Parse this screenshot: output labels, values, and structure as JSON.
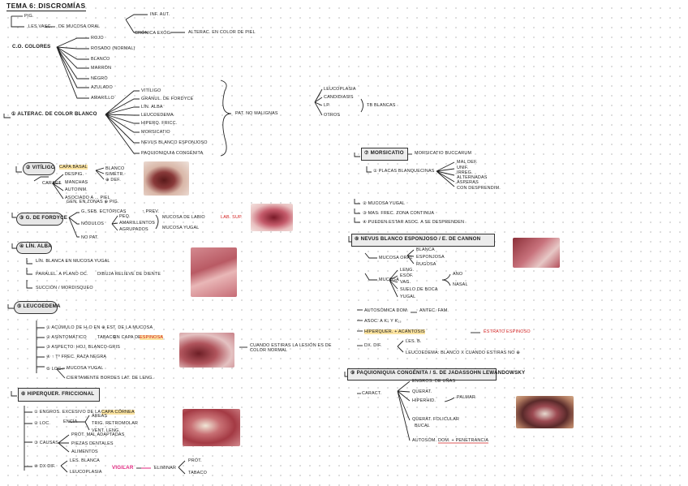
{
  "title": "TEMA 6: DISCROMÍAS",
  "intro": {
    "pig": "PIG.",
    "les_vasc": "LES VASC.",
    "mucosa_oral": "DE MUCOSA ORAL",
    "inf_aut": "INF. AUT.",
    "cronica_exog": "CRÓNICA EXÓG.",
    "result": "ALTERAC. EN COLOR DE PIEL"
  },
  "colores": {
    "label": "C.O. COLORES",
    "items": [
      "ROJO",
      "ROSADO (NORMAL)",
      "BLANCO",
      "MARRÓN",
      "NEGRO",
      "AZULADO",
      "AMARILLO"
    ]
  },
  "blanco": {
    "label": "① ALTERAC. DE COLOR BLANCO",
    "items": [
      "VITÍLIGO",
      "GRÁNUL. DE FORDYCE",
      "LÍN. ALBA",
      "LEUCOEDEMA",
      "HIPERQ. FRICC.",
      "MORSICATIO",
      "NEVUS BLANCO ESPONJOSO",
      "PAQUIONIQUIA CONGÉNITA"
    ],
    "note": "PAT. NO MALIGNAS"
  },
  "right_top": {
    "items": [
      "LEUCOPLASIA",
      "CANDIDIASIS",
      "LP",
      "OTROS"
    ],
    "note": "TB BLANCAS"
  },
  "vitiligo": {
    "label": "② VITÍLIGO",
    "capa": "CAPA BASAL",
    "caract": "CARACT.",
    "items": [
      "DESPIG.",
      "MANCHAS",
      "AUTOINM.",
      "ASOCIADO A ... PIEL",
      "GEN. EN ZONAS ⊕ PIG."
    ],
    "sub": [
      "BLANCO",
      "SIMÉTR.",
      "⊕ DEF."
    ]
  },
  "fordyce": {
    "label": "③ G. DE FORDYCE",
    "g_seb": "G. SEB. ECTÓPICAS",
    "prev": "↑ PREV.",
    "nodulos": "NÓDULOS",
    "nod_sub": [
      "PEQ.",
      "AMARILLENTOS",
      "AGRUPADOS"
    ],
    "mucosa": "MUCOSA DE LABIO",
    "lab_sup": "LAB. SUP.",
    "yugal": "MUCOSA YUGAL",
    "no_pat": "NO PAT."
  },
  "linea_alba": {
    "label": "④ LÍN. ALBA",
    "desc": "LÍN. BLANCA EN MUCOSA YUGAL",
    "paralelo": "PARALEL. A PLANO OC.",
    "dibuja": "DIBUJA RELIEVE DE DIENTE",
    "succion": "SUCCIÓN / MORDISQUEO"
  },
  "leucoedema": {
    "label": "⑤ LEUCOEDEMA",
    "items": [
      "① ACÚMULO DE H₂O EN ⊕ EST. DE LA MUCOSA",
      "② ASÍNTOMÁTICO",
      "③ ASPECTO: HOJ. BLANCO-GRIS",
      "④ ↑ Tº FREC. RAZA NEGRA",
      "⑤ LOC.:"
    ],
    "tabaco": "TABACO",
    "capa": "EN CAPA DE",
    "espinosa": "ESPINOSA",
    "loc_sub": [
      "MUCOSA YUGAL",
      "CIERTAMENTE BORDES LAT. DE LENG."
    ],
    "result": "CUANDO ESTIRAS LA LESIÓN ES DE COLOR NORMAL"
  },
  "hiperq": {
    "label": "⑥ HIPERQUER. FRICCIONAL",
    "items": [
      "① ENGROS. EXCESIVO DE LA CAPA CÓRNEA",
      "② LOC.",
      "③ CAUSAS",
      "④ DX DIF."
    ],
    "cornea": "CAPA CÓRNEA",
    "areas": "ÁREAS",
    "encia": "ENCÍA",
    "loc_sub": [
      "TRIG. RETROMOLAR",
      "VENT. LENG."
    ],
    "causas_sub": [
      "PRÓT. MAL ADAPTADAS",
      "PIEZAS DENTALES",
      "ALIMENTOS"
    ],
    "dx_sub": [
      "LES. BLANCA",
      "LEUCOPLASIA"
    ],
    "vigilar": "VIGILAR",
    "eliminar": "ELIMINAR",
    "elim_sub": [
      "PRÓT.",
      "TABACO"
    ]
  },
  "morsicatio": {
    "label": "⑦ MORSICATIO",
    "note": "MORSICATIO BUCCARUM",
    "placas": "① PLACAS BLANQUECINAS",
    "placas_sub": [
      "MAL DEF.",
      "UNIF.",
      "IRREG.",
      "ALTERNADAS",
      "ÁSPERAS",
      "CON DESPRENDIM."
    ],
    "items": [
      "② MUCOSA YUGAL",
      "③ MAS. FREC. ZONA CONTINUA",
      "④ PUEDEN ESTAR ASOC. A SE DESPRENDEN"
    ]
  },
  "nevus": {
    "label": "⑧ NEVUS BLANCO ESPONJOSO / E. DE CANNON",
    "mucosa_oral": "MUCOSA ORAL",
    "mo_sub": [
      "BLANCA",
      "ESPONJOSA",
      "RUGOSA"
    ],
    "mucosa": "MUCOSA",
    "m_sub": [
      "LENG.",
      "ESÓF.",
      "VAG.",
      "SUELO DE BOCA",
      "YUGAL"
    ],
    "m_note": [
      "ANO",
      "NASAL"
    ],
    "autosomica": "AUTOSÓMICA DOM.",
    "antec": "ANTEC. FAM.",
    "asoc": "ASOC. A K₄ Y K₁₃",
    "hiperq": "HIPERQUER. + ACANTOSIS",
    "espinosa": "ESTRATO ESPINOSO",
    "dx": "DX. DIF.",
    "dx_sub": [
      "LES. B.",
      "LEUCOEDEMA: BLANCO X CUANDO ESTIRAS NO ⊕"
    ]
  },
  "paquioniquia": {
    "label": "⑨ PAQUIONIQUIA CONGÉNITA / S. DE JADASSOHN LEWANDOWSKY",
    "caract": "CARACT.",
    "items": [
      "ENGROS. DE UÑAS",
      "QUERAT.",
      "HIPERHID.",
      "QUERAT. FOLICULAR",
      "BUCAL",
      "AUTOSÓM. DOM. + PENETRANCIA"
    ],
    "palmar": "PALMAR"
  },
  "photos": [
    "vitiligo-photo",
    "fordyce-photo",
    "linea-alba-photo",
    "leucoedema-photo",
    "hiperqueratosis-photo",
    "nevus-photo",
    "paquioniquia-photo"
  ]
}
